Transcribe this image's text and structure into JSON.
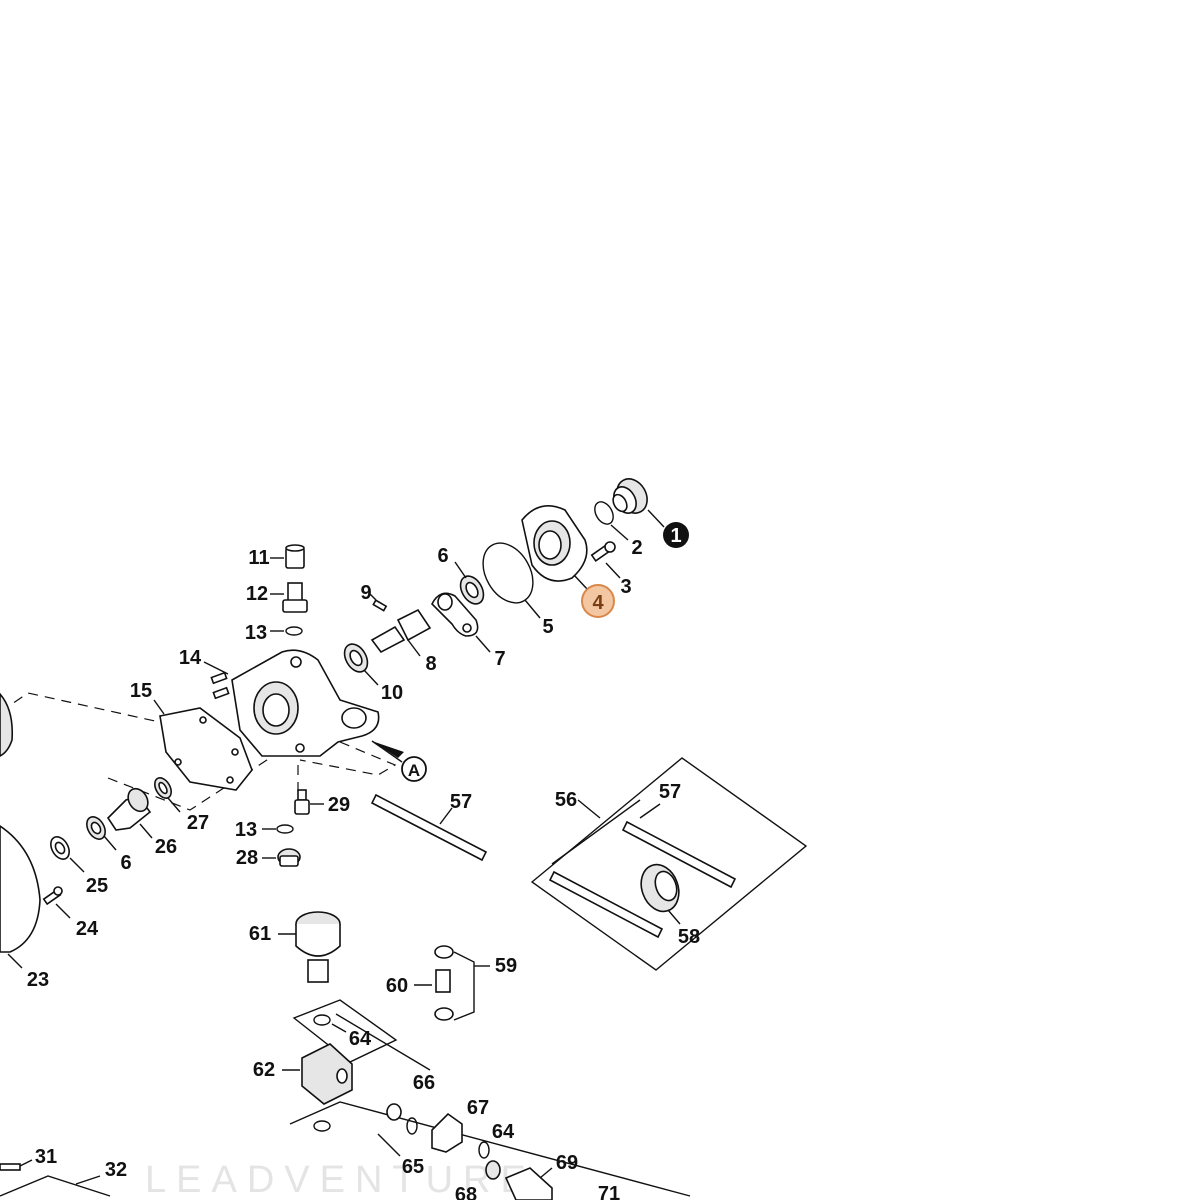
{
  "diagram": {
    "callouts": {
      "c1": "1",
      "c2": "2",
      "c3": "3",
      "c4": "4",
      "c5": "5",
      "c6a": "6",
      "c6b": "6",
      "c7": "7",
      "c8": "8",
      "c9": "9",
      "c10": "10",
      "c11": "11",
      "c12": "12",
      "c13a": "13",
      "c13b": "13",
      "c14": "14",
      "c15": "15",
      "c23": "23",
      "c24": "24",
      "c25": "25",
      "c26": "26",
      "c27": "27",
      "c28": "28",
      "c29": "29",
      "c31": "31",
      "c32": "32",
      "c56": "56",
      "c57a": "57",
      "c57b": "57",
      "c58": "58",
      "c59": "59",
      "c60": "60",
      "c61": "61",
      "c62": "62",
      "c64a": "64",
      "c64b": "64",
      "c65": "65",
      "c66": "66",
      "c67": "67",
      "c68": "68",
      "c69": "69",
      "c71": "71"
    },
    "reference_marker": "A",
    "highlighted_callout": "4",
    "highlight_color": "#f2c7a2",
    "highlight_border_color": "#d9874a",
    "emphasized_callout": "1",
    "watermark": "LEADVENTURE"
  }
}
